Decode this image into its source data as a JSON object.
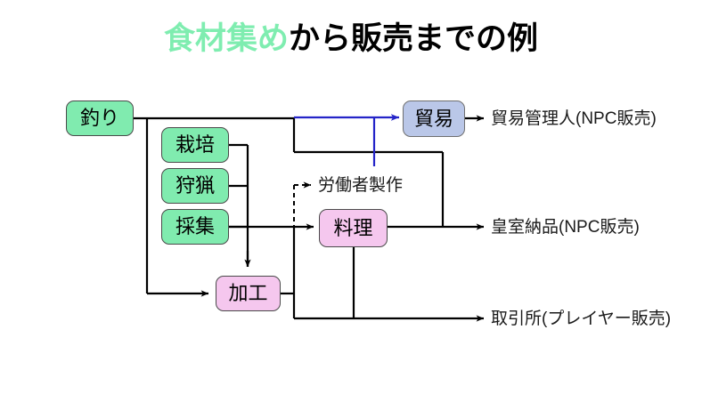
{
  "title": {
    "highlight": "食材集め",
    "rest": "から販売までの例",
    "highlight_color": "#7FEDB0",
    "rest_color": "#000000"
  },
  "colors": {
    "gather_node": "#80EBAF",
    "craft_node": "#F5C7EE",
    "trade_node": "#BAC7E8",
    "trade_edge": "#2424C8",
    "edge": "#000000",
    "background": "#FFFFFF"
  },
  "nodes": [
    {
      "id": "fishing",
      "label": "釣り",
      "type": "gather"
    },
    {
      "id": "farming",
      "label": "栽培",
      "type": "gather"
    },
    {
      "id": "hunting",
      "label": "狩猟",
      "type": "gather"
    },
    {
      "id": "foraging",
      "label": "採集",
      "type": "gather"
    },
    {
      "id": "processing",
      "label": "加工",
      "type": "craft"
    },
    {
      "id": "cooking",
      "label": "料理",
      "type": "craft"
    },
    {
      "id": "trade",
      "label": "貿易",
      "type": "trade"
    }
  ],
  "annotations": [
    {
      "id": "worker-craft",
      "label": "労働者製作"
    }
  ],
  "outputs": [
    {
      "id": "trade-manager",
      "label": "貿易管理人(NPC販売)"
    },
    {
      "id": "royal-delivery",
      "label": "皇室納品(NPC販売)"
    },
    {
      "id": "marketplace",
      "label": "取引所(プレイヤー販売)"
    }
  ]
}
